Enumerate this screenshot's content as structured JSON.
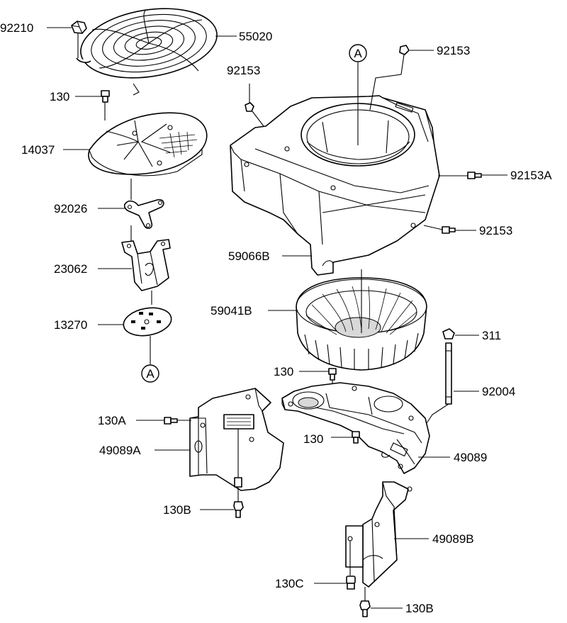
{
  "labels": {
    "p92210": "92210",
    "p55020": "55020",
    "p130_top": "130",
    "p14037": "14037",
    "p92026": "92026",
    "p23062": "23062",
    "p13270": "13270",
    "ref_a_bottom": "A",
    "ref_a_top": "A",
    "p92153_top": "92153",
    "p92153_left": "92153",
    "p92153A": "92153A",
    "p92153_right": "92153",
    "p59066B": "59066B",
    "p59041B": "59041B",
    "p311": "311",
    "p130_mid": "130",
    "p92004": "92004",
    "p130A": "130A",
    "p49089A": "49089A",
    "p130_lower": "130",
    "p49089": "49089",
    "p130B_left": "130B",
    "p49089B": "49089B",
    "p130C": "130C",
    "p130B_bottom": "130B"
  }
}
